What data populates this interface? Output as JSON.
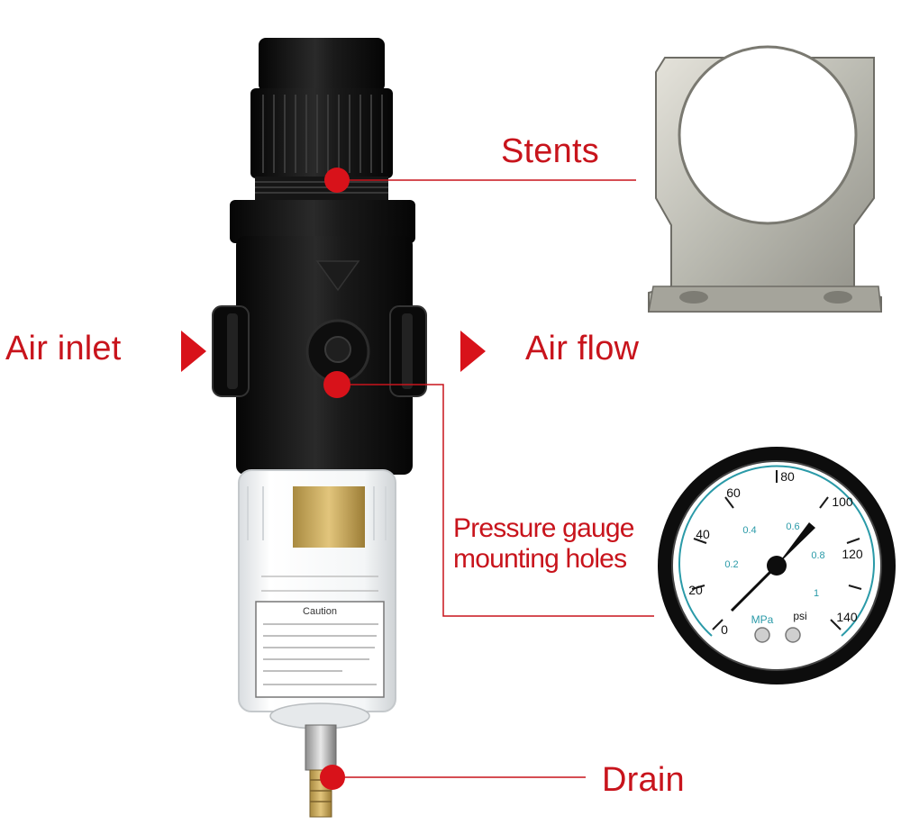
{
  "labels": {
    "stents": "Stents",
    "air_inlet": "Air inlet",
    "air_flow": "Air flow",
    "gauge_line1": "Pressure gauge",
    "gauge_line2": "mounting holes",
    "drain": "Drain"
  },
  "gauge": {
    "psi_scale": [
      "0",
      "20",
      "40",
      "60",
      "80",
      "100",
      "120",
      "140"
    ],
    "mpa_scale": [
      "0.2",
      "0.4",
      "0.6",
      "0.8",
      "1"
    ],
    "unit_mpa": "MPa",
    "unit_psi": "psi"
  },
  "bowl_text": {
    "caution": "Caution"
  },
  "colors": {
    "accent": "#c8141c",
    "body_black": "#111111",
    "bracket": "#b9b9b0",
    "brass": "#c9a85a",
    "gauge_face": "#ffffff",
    "gauge_scale": "#2a9aa8"
  }
}
